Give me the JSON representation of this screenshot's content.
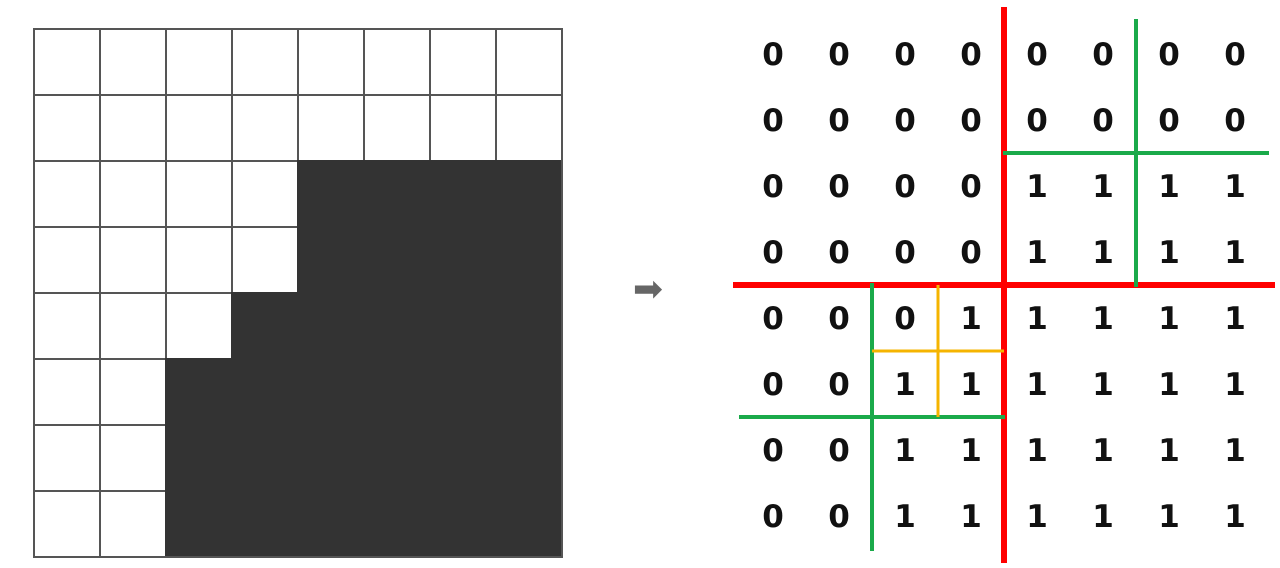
{
  "arrow_symbol": "➡",
  "grid": [
    [
      0,
      0,
      0,
      0,
      0,
      0,
      0,
      0
    ],
    [
      0,
      0,
      0,
      0,
      0,
      0,
      0,
      0
    ],
    [
      0,
      0,
      0,
      0,
      1,
      1,
      1,
      1
    ],
    [
      0,
      0,
      0,
      0,
      1,
      1,
      1,
      1
    ],
    [
      0,
      0,
      0,
      1,
      1,
      1,
      1,
      1
    ],
    [
      0,
      0,
      1,
      1,
      1,
      1,
      1,
      1
    ],
    [
      0,
      0,
      1,
      1,
      1,
      1,
      1,
      1
    ],
    [
      0,
      0,
      1,
      1,
      1,
      1,
      1,
      1
    ]
  ],
  "colors": {
    "filled": "#333333",
    "empty": "#ffffff",
    "cell_border": "#555555",
    "level1": "#ff0000",
    "level2": "#1aaa4a",
    "level3": "#f5b400",
    "arrow": "#666666"
  },
  "quadtree_splits": [
    {
      "level": 1,
      "region": {
        "row": 0,
        "col": 0,
        "size": 8
      }
    },
    {
      "level": 2,
      "region": {
        "row": 0,
        "col": 4,
        "size": 4
      }
    },
    {
      "level": 2,
      "region": {
        "row": 4,
        "col": 0,
        "size": 4
      }
    },
    {
      "level": 3,
      "region": {
        "row": 4,
        "col": 2,
        "size": 2
      }
    }
  ]
}
